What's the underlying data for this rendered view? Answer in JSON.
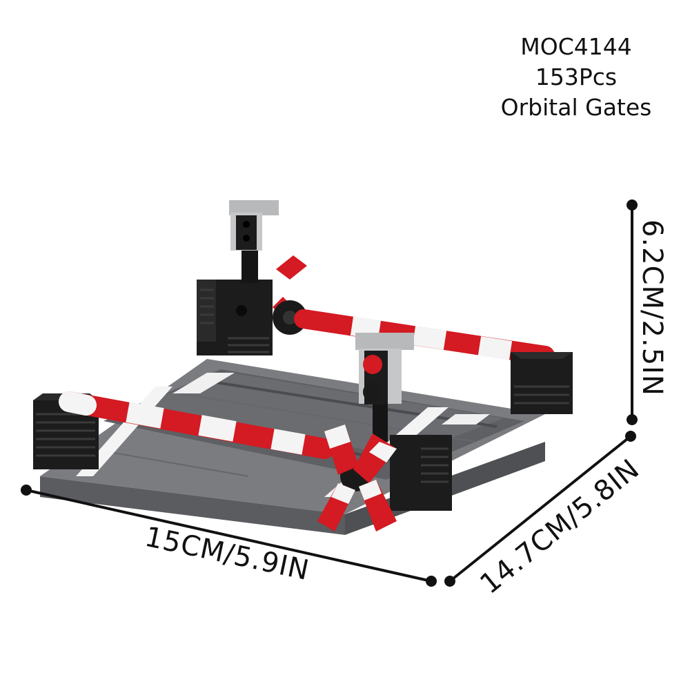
{
  "product": {
    "model": "MOC4144",
    "pieces": "153Pcs",
    "name": "Orbital Gates"
  },
  "dimensions": {
    "width": "15CM/5.9IN",
    "depth": "14.7CM/5.8IN",
    "height": "6.2CM/2.5IN"
  },
  "colors": {
    "barrier_red": "#d41a22",
    "barrier_white": "#f4f4f4",
    "base_dark_grey": "#6d6f72",
    "plate_light_grey": "#8a8c8f",
    "cabinet_black": "#1c1c1c",
    "signal_grey": "#b7b9bb",
    "dimension_line": "#111111"
  }
}
